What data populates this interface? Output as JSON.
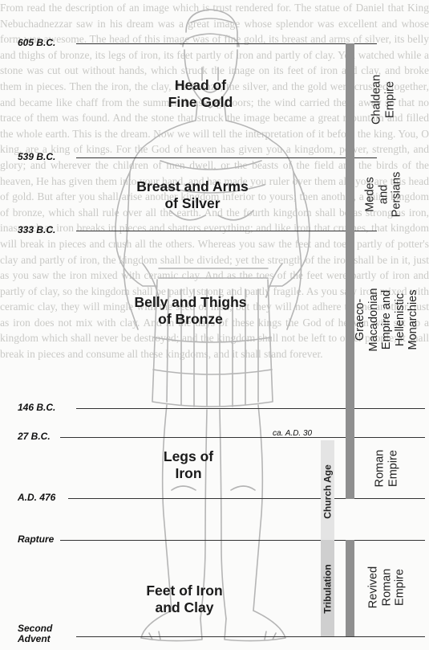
{
  "background_paragraph": "From read the description of an image which is trust rendered for. The statue of Daniel that King Nebuchadnezzar saw in his dream was a great image whose splendor was excellent and whose form was awesome. The head of this image was of fine gold, its breast and arms of silver, its belly and thighs of bronze, its legs of iron, its feet partly of iron and partly of clay. You watched while a stone was cut out without hands, which struck the image on its feet of iron and clay, and broke them in pieces. Then the iron, the clay, the bronze, the silver, and the gold were crushed together, and became like chaff from the summer threshing floors; the wind carried them away so that no trace of them was found. And the stone that struck the image became a great mountain and filled the whole earth. This is the dream. Now we will tell the interpretation of it before the king. You, O king, are a king of kings. For the God of heaven has given you a kingdom, power, strength, and glory; and wherever the children of men dwell, or the beasts of the field and the birds of the heaven, He has given them into your hand, and has made you ruler over them all; you are this head of gold. But after you shall arise another kingdom inferior to yours; then another, a third kingdom of bronze, which shall rule over all the earth. And the fourth kingdom shall be as strong as iron, inasmuch as iron breaks in pieces and shatters everything; and like iron that crushes, that kingdom will break in pieces and crush all the others. Whereas you saw the feet and toes, partly of potter's clay and partly of iron, the kingdom shall be divided; yet the strength of the iron shall be in it, just as you saw the iron mixed with ceramic clay. And as the toes of the feet were partly of iron and partly of clay, so the kingdom shall be partly strong and partly fragile. As you saw iron mixed with ceramic clay, they will mingle with the seed of men; but they will not adhere to one another, just as iron does not mix with clay. And in the days of these kings the God of heaven will set up a kingdom which shall never be destroyed; and the kingdom shall not be left to other people; it shall break in pieces and consume all these kingdoms, and it shall stand forever.",
  "dates": {
    "d605": "605 B.C.",
    "d539": "539 B.C.",
    "d333": "333 B.C.",
    "d146": "146 B.C.",
    "d27": "27 B.C.",
    "d476": "A.D. 476",
    "rapture": "Rapture",
    "second_advent": "Second\nAdvent"
  },
  "parts": {
    "head": "Head of\nFine Gold",
    "breast": "Breast and Arms\nof Silver",
    "belly": "Belly and Thighs\nof Bronze",
    "legs": "Legs of\nIron",
    "feet": "Feet of Iron\nand Clay"
  },
  "empires": {
    "chaldean": "Chaldean\nEmpire",
    "medes": "Medes\nand\nPersians",
    "greek": "Graeco-Macadonian\nEmpire and\nHellenistic Monarchies",
    "roman": "Roman\nEmpire",
    "revived": "Revived\nRoman\nEmpire"
  },
  "eras": {
    "church_age": "Church Age",
    "tribulation": "Tribulation",
    "church_start_note": "ca. A.D. 30"
  },
  "colors": {
    "empire_bar": "#8f8f8f",
    "church_bar": "#e4e4e4",
    "tribulation_bar": "#cfcfcf",
    "rule_line": "#333333",
    "statue_line": "#b5b5b5"
  }
}
